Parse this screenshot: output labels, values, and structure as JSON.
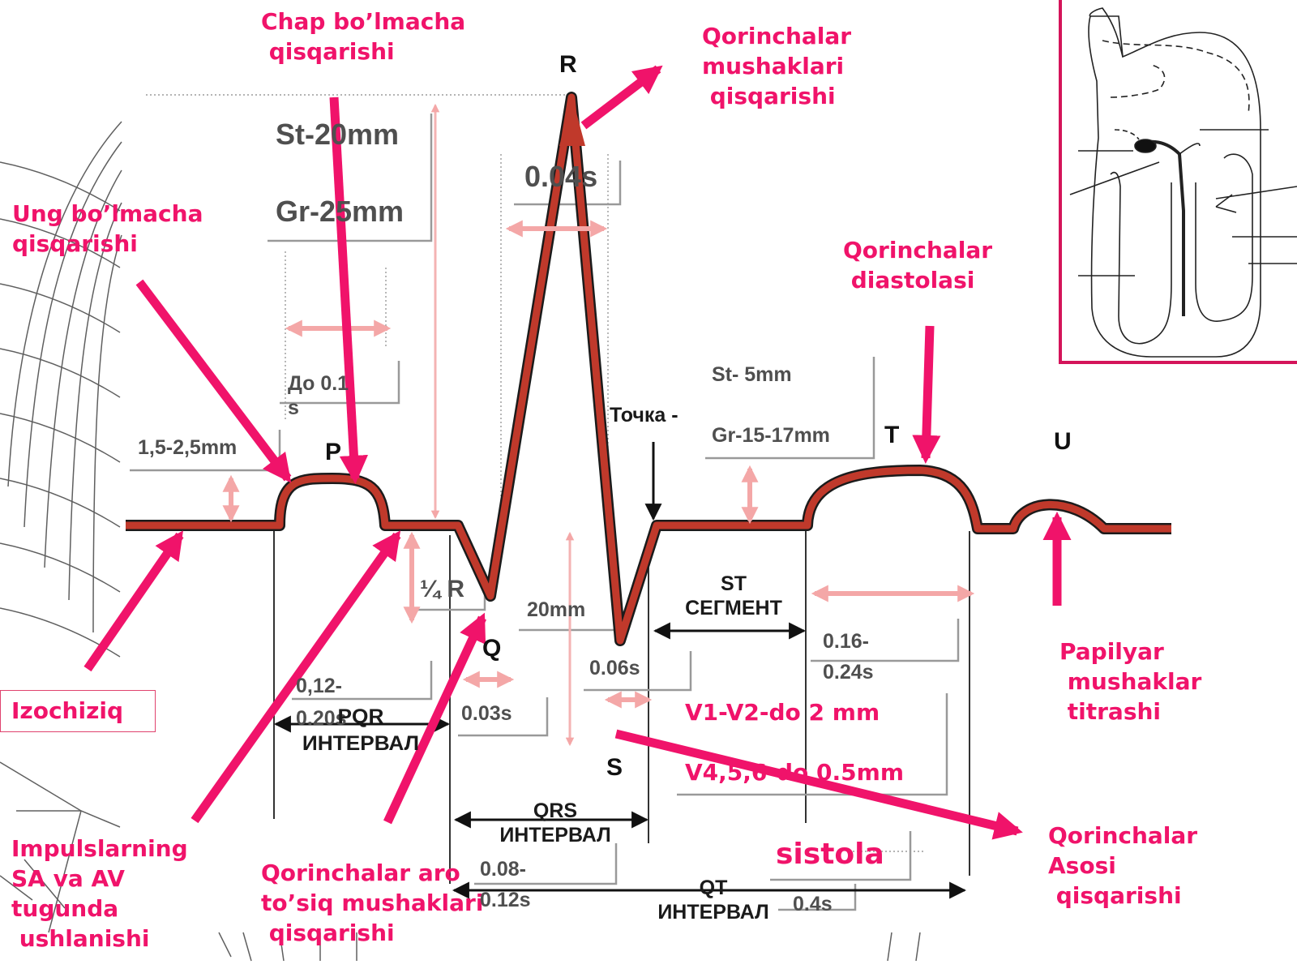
{
  "annotations": {
    "left_atrium": "Chap bo’lmacha\n qisqarishi",
    "ventricle_muscles": "Qorinchalar\nmushaklari\n qisqarishi",
    "right_atrium": "Ung bo’lmacha\nqisqarishi",
    "ventricle_diastole": "Qorinchalar\n diastolasi",
    "papillary": "Papilyar\n mushaklar\n titrashi",
    "isoline": "Izochiziq",
    "impulse_delay": "Impulslarning\nSA va AV\ntugunda\n ushlanishi",
    "septum": "Qorinchalar aro\nto’siq mushaklari\n qisqarishi",
    "base": "Qorinchalar\nAsosi\n qisqarishi",
    "sistola": "sistola",
    "v12": "V1-V2-do 2 mm",
    "v456": "V4,5,6-do 0.5mm"
  },
  "measurements": {
    "r_st": "St-20mm",
    "r_gr": "Gr-25mm",
    "r_width": "0.04s",
    "p_duration": "До 0.1\ns",
    "p_height": "1,5-2,5mm",
    "quarter_r": "¼ R",
    "r_depth": "20mm",
    "s_time": "0.06s",
    "t_st": "St- 5mm",
    "t_gr": "Gr-15-17mm",
    "t_duration": "0.16-\n0.24s",
    "pq_time": "0,12-\n0.20s",
    "q_time": "0.03s",
    "qrs_time": "0.08-\n0.12s",
    "qt_time": "0.4s",
    "j_point": "Точка -"
  },
  "waves": {
    "p": "P",
    "q": "Q",
    "r": "R",
    "s": "S",
    "t": "T",
    "u": "U"
  },
  "intervals": {
    "pq": "PQR\nИНТЕРВАЛ",
    "st": "ST\nСЕГМЕНТ",
    "qrs": "QRS\nИНТЕРВАЛ",
    "qt": "QT\nИНТЕРВАЛ"
  },
  "colors": {
    "trace": "#c0392b",
    "annotation": "#f0136a",
    "arrow": "#f0136a",
    "dim_arrow": "#f2a6a6",
    "frame": "#d4145a"
  }
}
